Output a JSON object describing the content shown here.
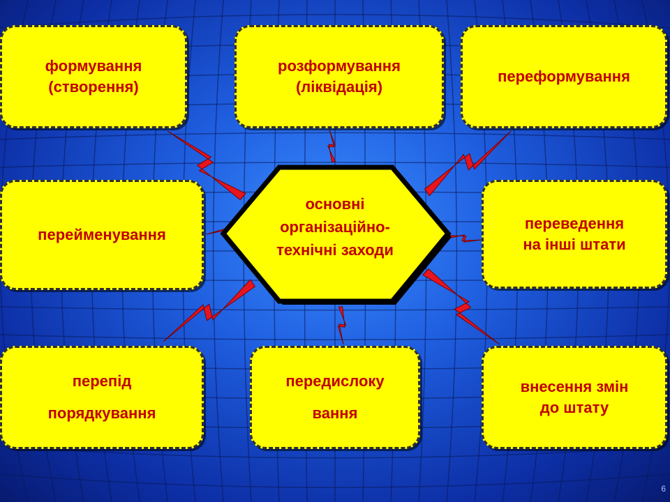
{
  "center": {
    "lines": [
      "основні",
      "організаційно-",
      "технічні заходи"
    ]
  },
  "boxes": [
    {
      "id": "formation",
      "lines": [
        "формування",
        "(створення)"
      ]
    },
    {
      "id": "disbandment",
      "lines": [
        "розформування",
        "(ліквідація)"
      ]
    },
    {
      "id": "reformation",
      "lines": [
        "переформування"
      ]
    },
    {
      "id": "renaming",
      "lines": [
        "перейменування"
      ]
    },
    {
      "id": "transfer",
      "lines": [
        "переведення",
        "на інші штати"
      ]
    },
    {
      "id": "resubordination",
      "lines": [
        "перепід",
        "порядкування"
      ]
    },
    {
      "id": "redeployment",
      "lines": [
        "передислоку",
        "вання"
      ]
    },
    {
      "id": "staff-changes",
      "lines": [
        "внесення змін",
        "до штату"
      ]
    }
  ],
  "slide_number": "6",
  "colors": {
    "box_fill": "#ffff00",
    "text": "#c00000",
    "connector": "#e8141e",
    "background": "#1f5fe0"
  }
}
